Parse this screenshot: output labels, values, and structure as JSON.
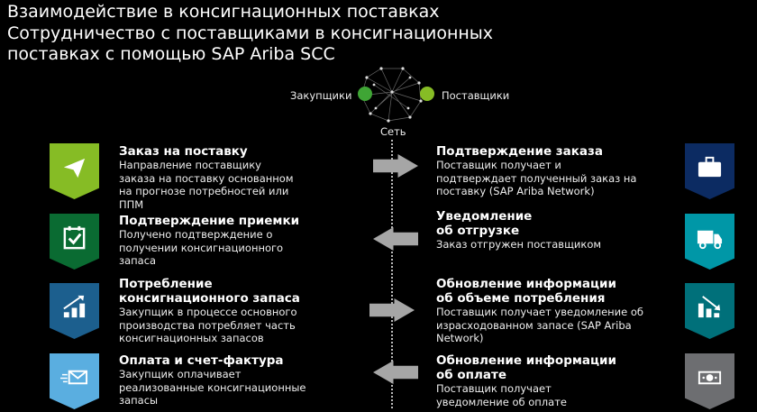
{
  "title": "Взаимодействие в консигнационных поставках",
  "subtitle": "Сотрудничество с поставщиками в консигнационных поставках с помощью  SAP Ariba SCC",
  "network": {
    "buyers": "Закупщики",
    "suppliers": "Поставщики",
    "network": "Сеть"
  },
  "colors": {
    "green": "#86bc25",
    "dark_green": "#0a6b32",
    "blue": "#1c5f8e",
    "light_blue": "#5aaee0",
    "navy": "#0c2b62",
    "teal": "#0097a7",
    "dark_teal": "#00707a",
    "gray": "#6d6e71"
  },
  "left": [
    {
      "title": "Заказ на поставку",
      "desc": "Направление поставщику заказа на поставку основанном на прогнозе потребностей или ППМ",
      "icon": "paper-plane-icon"
    },
    {
      "title": "Подтверждение приемки",
      "desc": "Получено подтверждение о получении консигнационного запаса",
      "icon": "calendar-check-icon"
    },
    {
      "title": "Потребление консигнационного запаса",
      "desc": "Закупщик в процессе основного производства потребляет часть консигнационных запасов",
      "icon": "chart-up-icon"
    },
    {
      "title": "Оплата и счет-фактура",
      "desc": "Закупщик оплачивает реализованные консигнационные запасы",
      "icon": "envelope-icon"
    }
  ],
  "right": [
    {
      "title": "Подтверждение заказа",
      "desc": "Поставщик получает и подтверждает полученный заказ на поставку (SAP Ariba Network)",
      "icon": "briefcase-icon"
    },
    {
      "title": "Уведомление об отгрузке",
      "desc": "Заказ отгружен поставщиком",
      "icon": "truck-icon"
    },
    {
      "title": "Обновление информации об объеме потребления",
      "desc": "Поставщик получает уведомление об израсходованном запасе (SAP Ariba Network)",
      "icon": "chart-down-icon"
    },
    {
      "title": "Обновление информации об оплате",
      "desc": "Поставщик получает уведомление об оплате",
      "icon": "money-icon"
    }
  ]
}
